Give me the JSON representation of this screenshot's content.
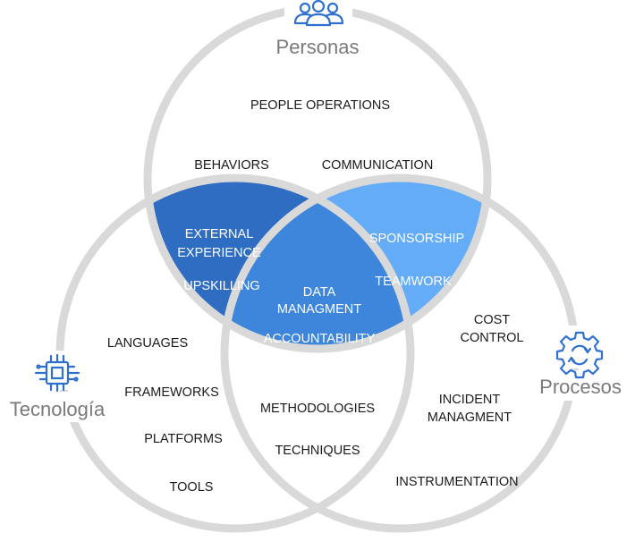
{
  "colors": {
    "outline": "#d9d9d9",
    "overlap_personas_tecnologia": "#2e6dc2",
    "overlap_center": "#3d86dc",
    "overlap_personas_procesos": "#64acf7",
    "icon": "#2f6fd0"
  },
  "icons": {
    "personas": "people-group-icon",
    "tecnologia": "microchip-icon",
    "procesos": "gear-cycle-icon"
  },
  "categories": {
    "personas": "Personas",
    "tecnologia": "Tecnología",
    "procesos": "Procesos"
  },
  "personas_items": {
    "people_operations": "PEOPLE OPERATIONS",
    "behaviors": "BEHAVIORS",
    "communication": "COMMUNICATION"
  },
  "personas_tecnologia_items": {
    "external_line1": "EXTERNAL",
    "external_line2": "EXPERIENCE",
    "upskilling": "UPSKILLING"
  },
  "personas_procesos_items": {
    "sponsorship": "SPONSORSHIP",
    "teamwork": "TEAMWORK"
  },
  "center_items": {
    "data_line1": "DATA",
    "data_line2": "MANAGMENT",
    "accountability": "ACCOUNTABILITY"
  },
  "tecnologia_items": {
    "languages": "LANGUAGES",
    "frameworks": "FRAMEWORKS",
    "platforms": "PLATFORMS",
    "tools": "TOOLS"
  },
  "tecnologia_procesos_items": {
    "methodologies": "METHODOLOGIES",
    "techniques": "TECHNIQUES"
  },
  "procesos_items": {
    "cost_line1": "COST",
    "cost_line2": "CONTROL",
    "incident_line1": "INCIDENT",
    "incident_line2": "MANAGMENT",
    "instrumentation": "INSTRUMENTATION"
  }
}
